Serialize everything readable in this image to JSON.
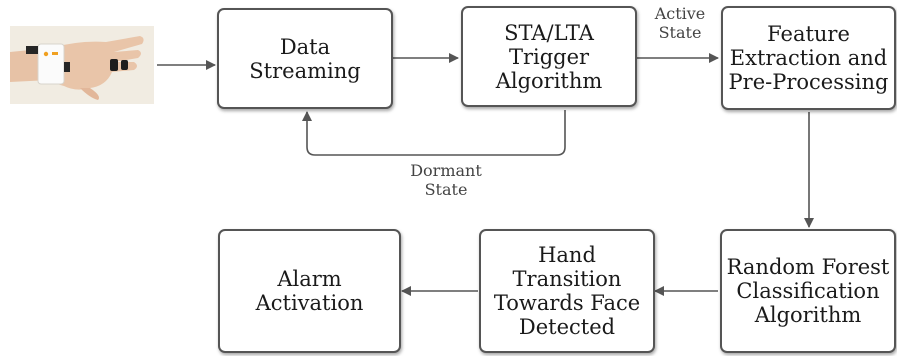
{
  "nodes": {
    "data_streaming": [
      "Data",
      "Streaming"
    ],
    "sta_lta": [
      "STA/LTA",
      "Trigger",
      "Algorithm"
    ],
    "feature": [
      "Feature",
      "Extraction and",
      "Pre-Processing"
    ],
    "random_forest": [
      "Random Forest",
      "Classification",
      "Algorithm"
    ],
    "hand_transition": [
      "Hand",
      "Transition",
      "Towards Face",
      "Detected"
    ],
    "alarm": [
      "Alarm",
      "Activation"
    ]
  },
  "edge_labels": {
    "active": [
      "Active",
      "State"
    ],
    "dormant": [
      "Dormant",
      "State"
    ]
  }
}
